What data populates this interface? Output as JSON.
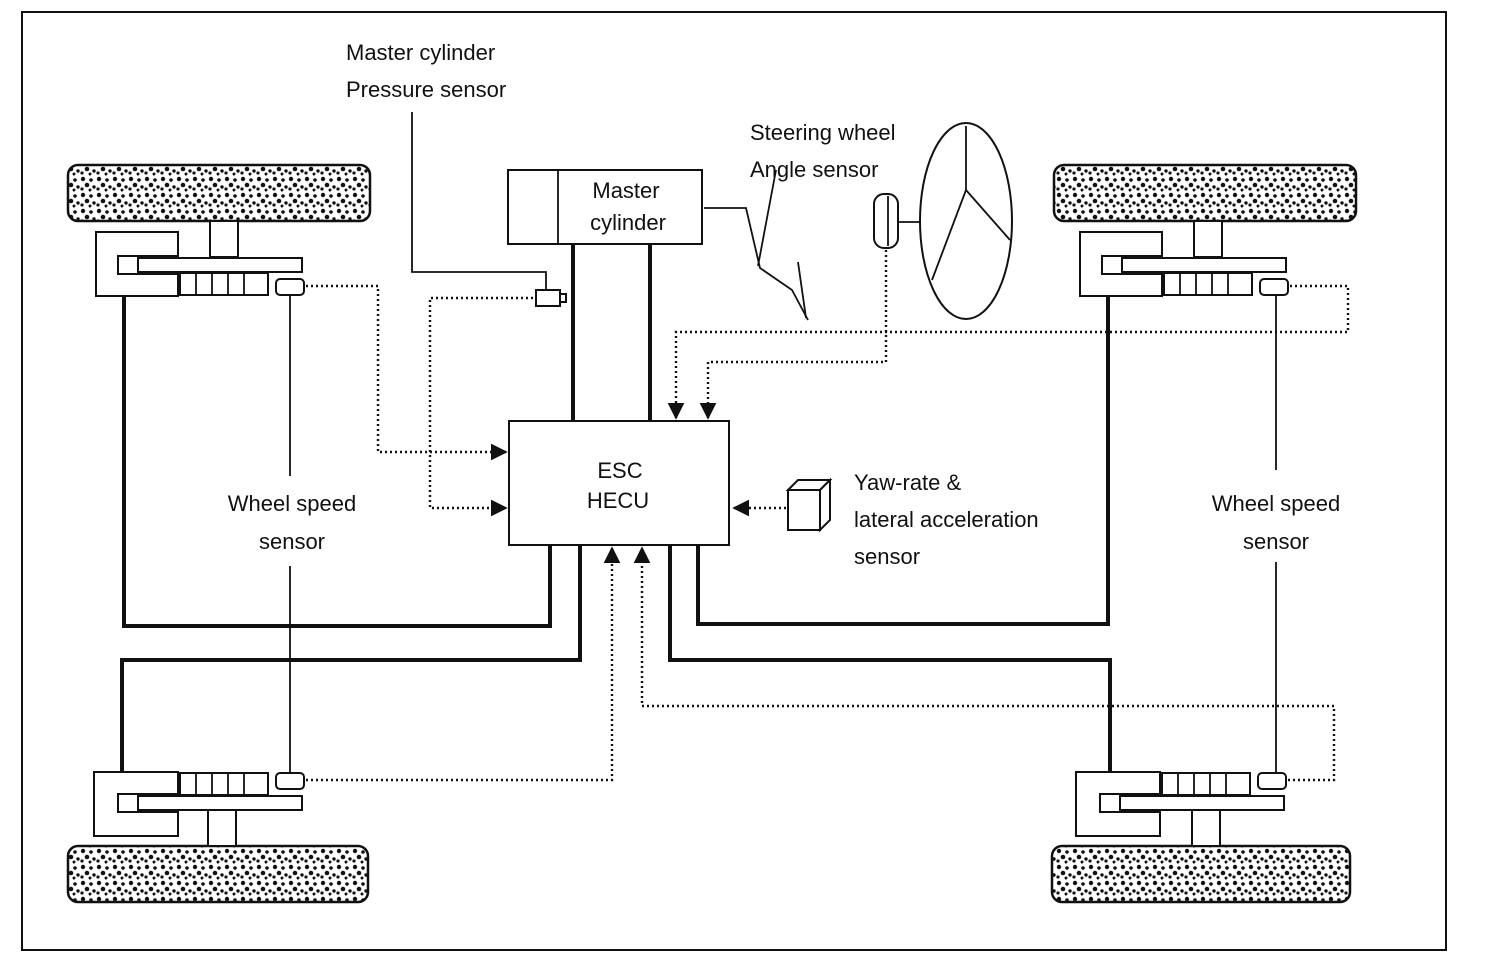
{
  "labels": {
    "master_cylinder_pressure_sensor": [
      "Master cylinder",
      "Pressure sensor"
    ],
    "steering_wheel_angle_sensor": [
      "Steering wheel",
      "Angle sensor"
    ],
    "master_cylinder": [
      "Master",
      "cylinder"
    ],
    "hecu": [
      "ESC",
      "HECU"
    ],
    "yaw_rate_sensor": [
      "Yaw-rate &",
      "lateral acceleration",
      "sensor"
    ],
    "wheel_speed_sensor_left": [
      "Wheel speed",
      "sensor"
    ],
    "wheel_speed_sensor_right": [
      "Wheel speed",
      "sensor"
    ]
  },
  "colors": {
    "line": "#111111",
    "background": "#ffffff"
  }
}
